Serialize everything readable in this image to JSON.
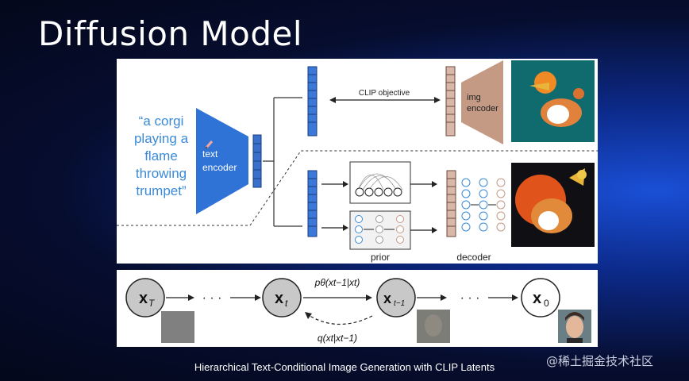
{
  "slide": {
    "title": "Diffusion Model",
    "caption": "Hierarchical Text-Conditional Image Generation with CLIP Latents",
    "watermark": "@稀土掘金技术社区"
  },
  "clip_diagram": {
    "prompt_lines": [
      "“a corgi",
      "playing a",
      "flame",
      "throwing",
      "trumpet”"
    ],
    "text_encoder_lines": [
      "text",
      "encoder"
    ],
    "clip_objective": "CLIP objective",
    "img_encoder_lines": [
      "img",
      "encoder"
    ],
    "prior_label": "prior",
    "decoder_label": "decoder"
  },
  "diffusion_chain": {
    "x_T": "x",
    "x_T_sub": "T",
    "x_t": "x",
    "x_t_sub": "t",
    "x_t1": "x",
    "x_t1_sub": "t−1",
    "x_0": "x",
    "x_0_sub": "0",
    "dots": "· · ·",
    "p_label": "pθ(xt−1|xt)",
    "q_label": "q(xt|xt−1)"
  },
  "colors": {
    "text_blue": "#3a8ad8",
    "encoder_blue": "#2f73d6",
    "img_encoder_brown": "#c49a85",
    "node_grey": "#c8c8c8"
  }
}
